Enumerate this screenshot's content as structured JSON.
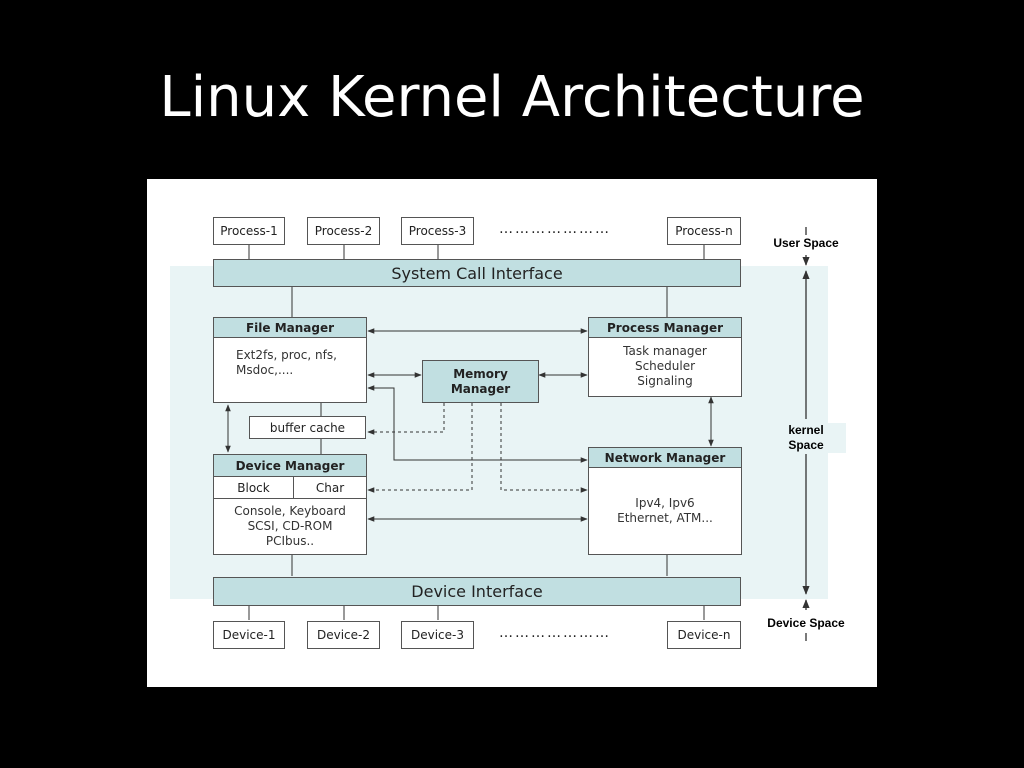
{
  "title": "Linux Kernel Architecture",
  "processes": [
    "Process-1",
    "Process-2",
    "Process-3",
    "Process-n"
  ],
  "process_dots": "…………………",
  "devices": [
    "Device-1",
    "Device-2",
    "Device-3",
    "Device-n"
  ],
  "device_dots": "…………………",
  "system_call_interface": "System Call Interface",
  "device_interface": "Device Interface",
  "file_manager": {
    "header": "File Manager",
    "body": "Ext2fs, proc, nfs,\nMsdoc,...."
  },
  "process_manager": {
    "header": "Process Manager",
    "body": "Task manager\nScheduler\nSignaling"
  },
  "memory_manager": "Memory\nManager",
  "buffer_cache": "buffer cache",
  "device_manager": {
    "header": "Device Manager",
    "block": "Block",
    "char": "Char",
    "body": "Console, Keyboard\nSCSI, CD-ROM\nPCIbus.."
  },
  "network_manager": {
    "header": "Network Manager",
    "body": "Ipv4, Ipv6\nEthernet, ATM..."
  },
  "side_labels": {
    "user_space": "User Space",
    "kernel_space": "kernel\nSpace",
    "device_space": "Device Space"
  },
  "colors": {
    "header_fill": "#c1dfe1",
    "kernel_region": "#e9f4f5",
    "background": "#000000"
  }
}
